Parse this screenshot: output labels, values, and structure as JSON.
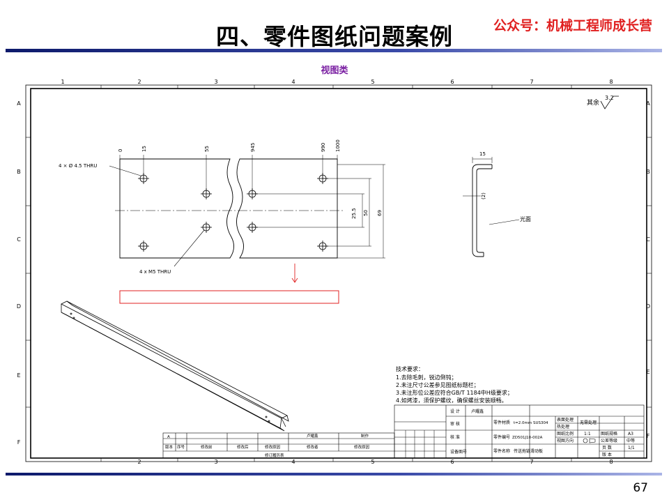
{
  "header": {
    "title": "四、零件图纸问题案例",
    "brand": "公众号：机械工程师成长营",
    "subtitle": "视图类"
  },
  "footer": {
    "page_number": "67"
  },
  "drawing": {
    "border_cols": [
      "1",
      "2",
      "3",
      "4",
      "5",
      "6",
      "7",
      "8"
    ],
    "border_rows": [
      "A",
      "B",
      "C",
      "D",
      "E",
      "F"
    ],
    "roughness": "其余",
    "roughness_value": "3.2",
    "dims_top": [
      "0",
      "15",
      "55",
      "945",
      "990",
      "1000"
    ],
    "dim_hole_a": "4 × Ø 4.5 THRU",
    "dim_hole_b": "4 x M5 THRU",
    "dim_v1": "25.5",
    "dim_v2": "50",
    "dim_v3": "69",
    "side_dim_width": "15",
    "side_dim_thk": "(2)",
    "side_note": "光面",
    "tech_title": "技术要求：",
    "tech_req": [
      "1.去除毛刺，锐边倒钝；",
      "2.未注尺寸公差参见图纸标题栏；",
      "3.未注形位公差应符合GB/T 1184中H级要求；",
      "4.如烤漆，须保护螺纹，确保螺丝安装顺畅。"
    ],
    "tb": {
      "designer_label": "设 计",
      "designer": "卢耀鑫",
      "review_label": "审 核",
      "approve_label": "核 准",
      "material_label": "零件材质",
      "material": "t=2.0mm SUS304",
      "surface_label": "表面处理",
      "surface": "无需处理",
      "heat_label": "热处理",
      "drawing_no_label": "零件编号",
      "drawing_no": "ZD501J10-002A",
      "scale_label": "图纸比例",
      "scale": "1:1",
      "size_label": "图纸规格",
      "size": "A3",
      "view_label": "视图方向",
      "tol_label": "公差等级",
      "tol": "中等",
      "count_label": "页 数",
      "count": "1/1",
      "ver_label": "版 本",
      "part_name_label": "零件名称",
      "part_name": "传送拖链滑动板",
      "device_label": "设备图号"
    },
    "rev": {
      "row_a": "A",
      "h_ver": "版本",
      "h_no": "序号",
      "h_before": "修改前",
      "h_after": "修改后",
      "h_reason": "修改原因",
      "h_reviser": "修改者",
      "h_date": "制作",
      "h_person": "修改原因",
      "h_sign": "卢耀鑫",
      "record": "修订履历表"
    }
  }
}
